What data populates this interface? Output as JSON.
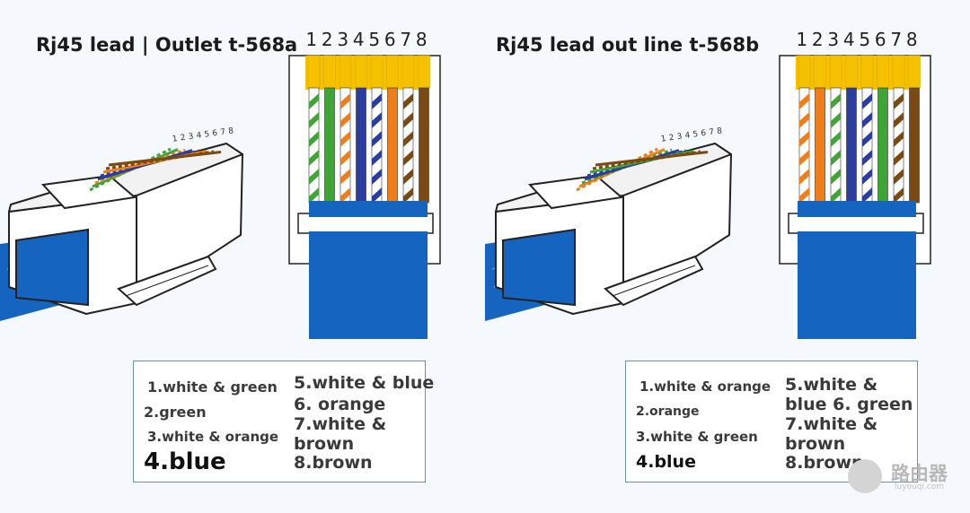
{
  "left": {
    "title": "Rj45 lead | Outlet t-568a",
    "pin_numbers": [
      "1",
      "2",
      "3",
      "4",
      "5",
      "6",
      "7",
      "8"
    ],
    "legend": {
      "item1": "1.white & green",
      "item2": "2.green",
      "item3": "3.white & orange",
      "item4": "4.blue",
      "item5": "5.white & blue",
      "item6": "6. orange",
      "item7": "7.white & brown",
      "item8": "8.brown"
    },
    "wires": [
      {
        "base": "#ffffff",
        "stripe": "#3fa535"
      },
      {
        "base": "#3fa535",
        "stripe": "#3fa535"
      },
      {
        "base": "#ffffff",
        "stripe": "#ef7d1a"
      },
      {
        "base": "#2b3ea0",
        "stripe": "#2b3ea0"
      },
      {
        "base": "#ffffff",
        "stripe": "#2b3ea0"
      },
      {
        "base": "#ef7d1a",
        "stripe": "#ef7d1a"
      },
      {
        "base": "#ffffff",
        "stripe": "#7a4a12"
      },
      {
        "base": "#7a4a12",
        "stripe": "#7a4a12"
      }
    ]
  },
  "right": {
    "title": "Rj45 lead out line t-568b",
    "pin_numbers": [
      "1",
      "2",
      "3",
      "4",
      "5",
      "6",
      "7",
      "8"
    ],
    "legend": {
      "item1": "1.white & orange",
      "item2": "2.orange",
      "item3": "3.white & green",
      "item4": "4.blue",
      "item5": "5.white & blue 6. green",
      "item7": "7.white & brown",
      "item8": "8.brown"
    },
    "wires": [
      {
        "base": "#ffffff",
        "stripe": "#ef7d1a"
      },
      {
        "base": "#ef7d1a",
        "stripe": "#ef7d1a"
      },
      {
        "base": "#ffffff",
        "stripe": "#3fa535"
      },
      {
        "base": "#2b3ea0",
        "stripe": "#2b3ea0"
      },
      {
        "base": "#ffffff",
        "stripe": "#2b3ea0"
      },
      {
        "base": "#3fa535",
        "stripe": "#3fa535"
      },
      {
        "base": "#ffffff",
        "stripe": "#7a4a12"
      },
      {
        "base": "#7a4a12",
        "stripe": "#7a4a12"
      }
    ]
  },
  "colors": {
    "cable_blue": "#1565c0",
    "pin_gold": "#f6c200",
    "box_border": "#6f8fa8"
  },
  "watermark": {
    "text": "路由器",
    "sub": "luyouqi.com"
  }
}
